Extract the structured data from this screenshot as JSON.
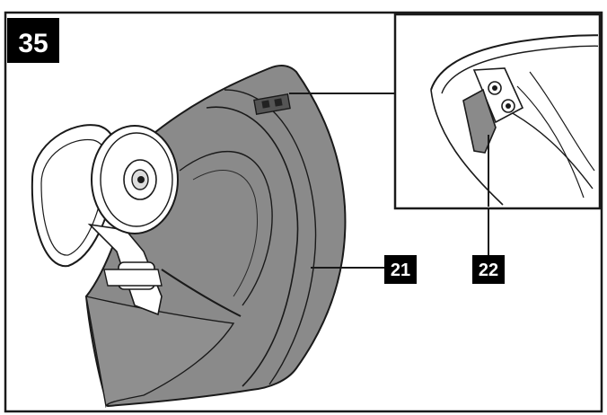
{
  "figure": {
    "step_number": "35",
    "callouts": [
      {
        "id": "21"
      },
      {
        "id": "22"
      }
    ]
  },
  "colors": {
    "guard_fill": "#8a8a8a",
    "line": "#1a1a1a",
    "label_bg": "#000000",
    "label_text": "#ffffff"
  }
}
